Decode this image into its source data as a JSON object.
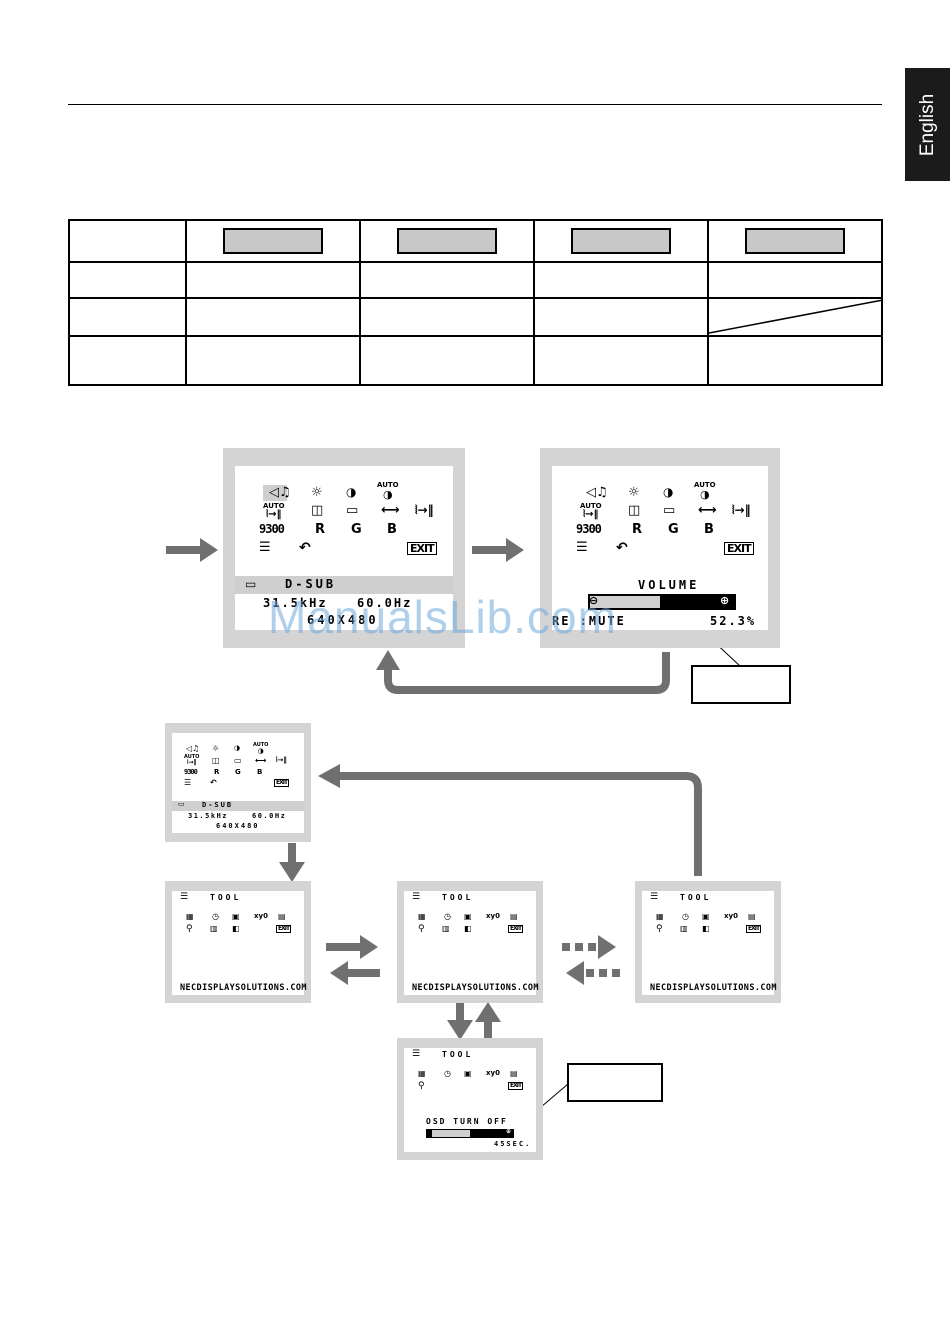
{
  "side_tab": {
    "label": "English"
  },
  "osd": {
    "volume": {
      "row3_label": "9300",
      "r": "R",
      "g": "G",
      "b": "B",
      "exit": "EXIT",
      "auto": "AUTO"
    },
    "input": {
      "name": "D-SUB",
      "freq_h": "31.5kHz",
      "freq_v": "60.0Hz",
      "resolution": "640X480"
    },
    "volume_screen": {
      "title": "VOLUME",
      "reset_mute": "RE :MUTE",
      "value": "52.3%"
    },
    "tool": {
      "title": "TOOL",
      "link": "NECDISPLAYSOLUTIONS.COM"
    },
    "osd_turnoff": {
      "title": "OSD TURN OFF",
      "value": "45SEC."
    },
    "icon_labels": {
      "xy0": "xy0"
    }
  },
  "watermark": "ManualsLib.com",
  "colors": {
    "tab": "#1b1b1b",
    "osd_frame": "#d4d4d4",
    "arrow": "#707070",
    "header_button": "#c8c8c8"
  }
}
